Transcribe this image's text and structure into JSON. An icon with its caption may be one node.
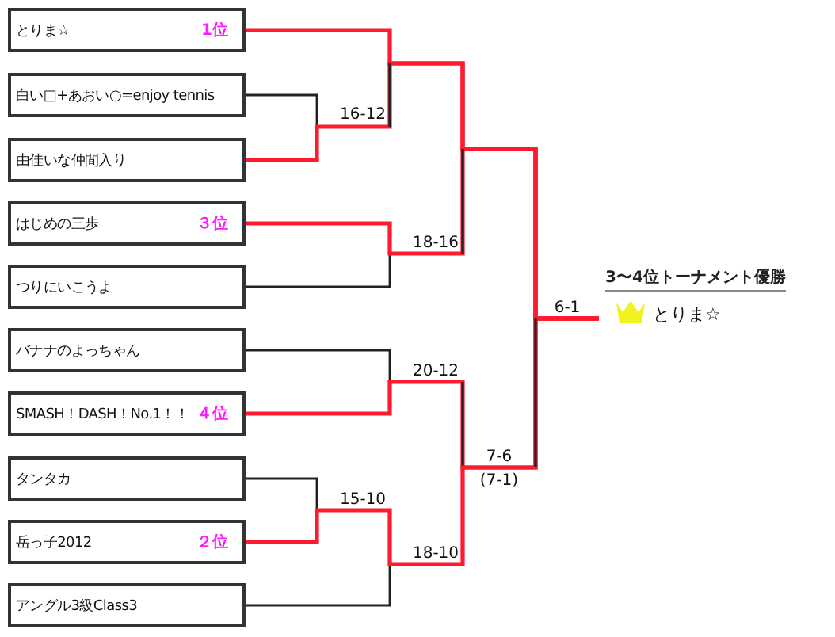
{
  "diagram": {
    "nodes": [
      {
        "text": [
          "とりま☆",
          "1位"
        ]
      },
      {
        "text": [
          "白い□+あおい○=enjoy tennis"
        ]
      },
      {
        "text": [
          "由佳いな仲間入り"
        ]
      },
      {
        "text": [
          "はじめの三歩",
          "３位"
        ]
      },
      {
        "text": [
          "つりにいこうよ"
        ]
      },
      {
        "text": [
          "バナナのよっちゃん"
        ]
      },
      {
        "text": [
          "SMASH！DASH！No.1！！",
          "４位"
        ]
      },
      {
        "text": [
          "タンタカ"
        ]
      },
      {
        "text": [
          "岳っ子2012",
          "２位"
        ]
      },
      {
        "text": [
          "アングル3級Class3"
        ]
      },
      {
        "text": [
          "3〜4位トーナメント優勝",
          "とりま☆"
        ]
      }
    ],
    "edges": [
      {
        "from": 0,
        "to": 10,
        "arrow": "none",
        "color": "#ff1a2e"
      },
      {
        "from": 1,
        "to": 10,
        "arrow": "none",
        "color": "#222222"
      },
      {
        "from": 2,
        "to": 10,
        "arrow": "none",
        "color": "#ff1a2e"
      },
      {
        "from": 3,
        "to": 10,
        "arrow": "none",
        "color": "#ff1a2e"
      },
      {
        "from": 4,
        "to": 10,
        "arrow": "none",
        "color": "#222222"
      },
      {
        "from": 5,
        "to": 10,
        "arrow": "none",
        "color": "#222222"
      },
      {
        "from": 6,
        "to": 10,
        "arrow": "none",
        "color": "#ff1a2e"
      },
      {
        "from": 7,
        "to": 10,
        "arrow": "none",
        "color": "#222222"
      },
      {
        "from": 8,
        "to": 10,
        "arrow": "none",
        "color": "#ff1a2e"
      },
      {
        "from": 9,
        "to": 10,
        "arrow": "none",
        "color": "#222222"
      }
    ],
    "labels": [
      "16-12",
      "18-16",
      "6-1",
      "20-12",
      "7-6",
      "(7-1)",
      "15-10",
      "18-10"
    ]
  }
}
